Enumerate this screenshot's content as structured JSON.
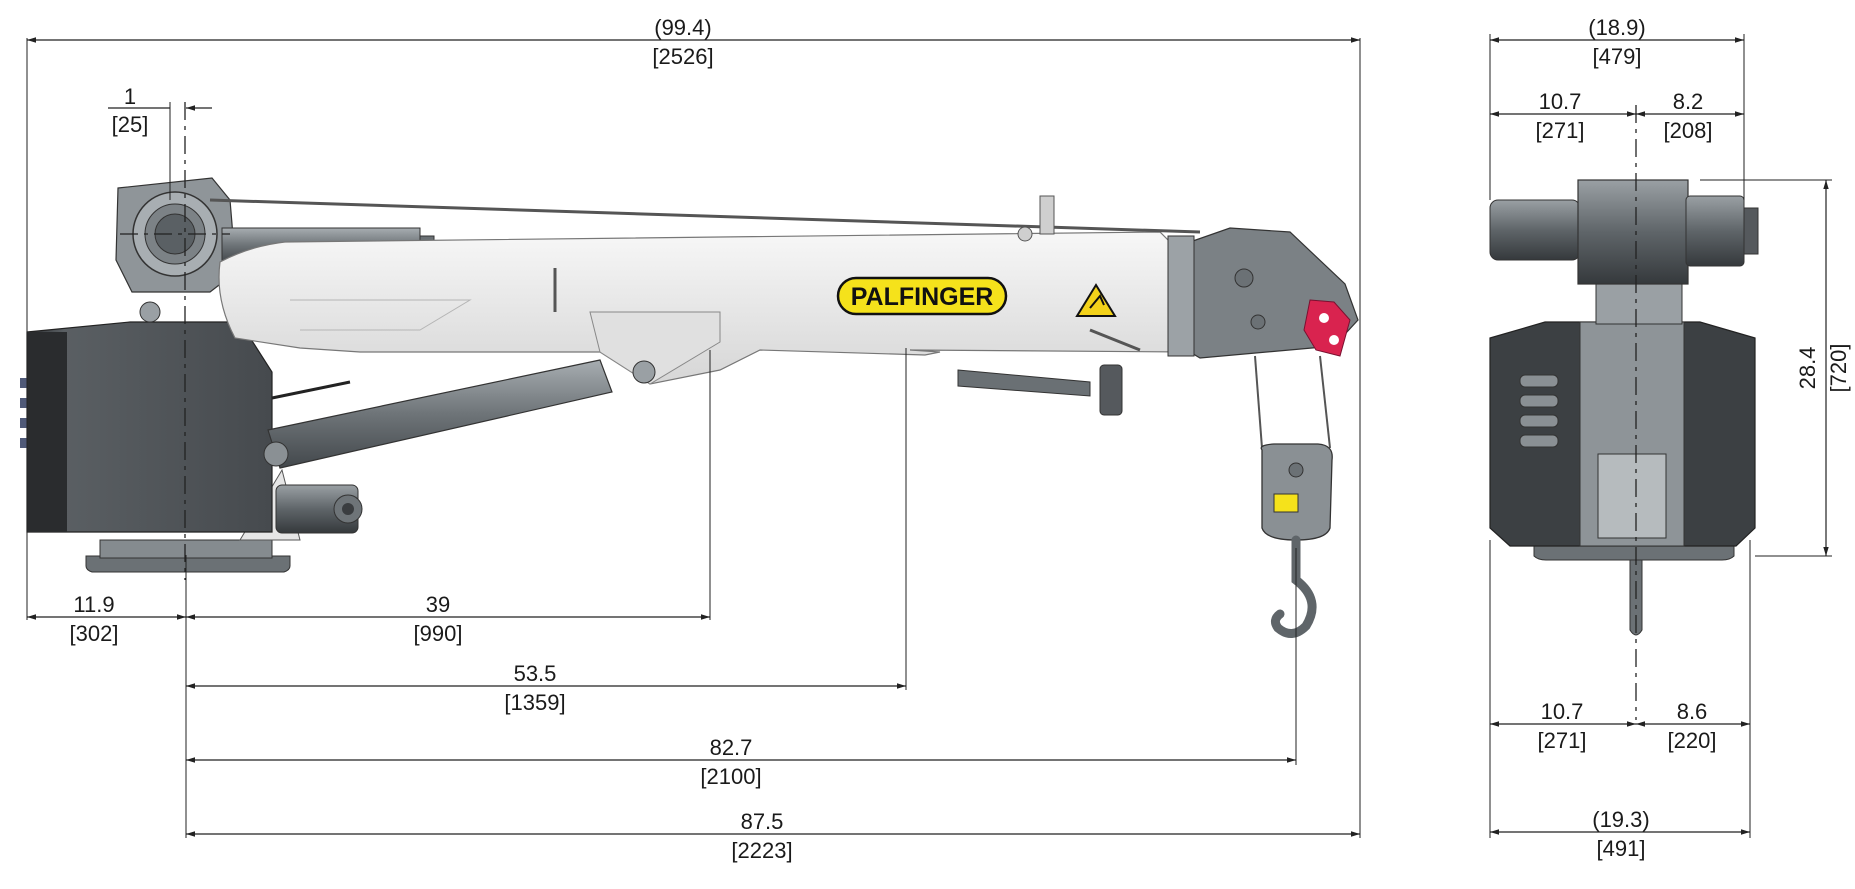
{
  "brand": {
    "logo_text": "PALFINGER"
  },
  "side_view": {
    "overall_length": {
      "inch": "(99.4)",
      "mm": "[2526]"
    },
    "pivot_offset": {
      "inch": "1",
      "mm": "[25]"
    },
    "base_to_center": {
      "inch": "11.9",
      "mm": "[302]"
    },
    "reach_1": {
      "inch": "39",
      "mm": "[990]"
    },
    "reach_2": {
      "inch": "53.5",
      "mm": "[1359]"
    },
    "reach_3": {
      "inch": "82.7",
      "mm": "[2100]"
    },
    "reach_4": {
      "inch": "87.5",
      "mm": "[2223]"
    }
  },
  "front_view": {
    "top_width": {
      "inch": "(18.9)",
      "mm": "[479]"
    },
    "top_left": {
      "inch": "10.7",
      "mm": "[271]"
    },
    "top_right": {
      "inch": "8.2",
      "mm": "[208]"
    },
    "height": {
      "inch": "28.4",
      "mm": "[720]"
    },
    "bottom_left": {
      "inch": "10.7",
      "mm": "[271]"
    },
    "bottom_right": {
      "inch": "8.6",
      "mm": "[220]"
    },
    "bottom_width": {
      "inch": "(19.3)",
      "mm": "[491]"
    }
  },
  "colors": {
    "boom": "#ececec",
    "dark_housing": "#3a3d40",
    "steel": "#7d8387",
    "logo_yellow": "#f5e21b",
    "warning_yellow": "#f3d21a",
    "accent_red": "#d9234f"
  }
}
